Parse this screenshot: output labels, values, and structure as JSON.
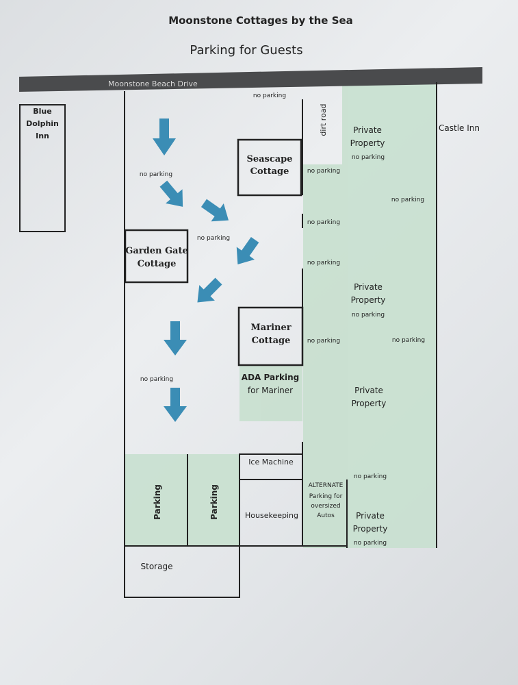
{
  "title": "Moonstone Cottages by the Sea",
  "subtitle": "Parking for Guests",
  "road": "Moonstone Beach Drive",
  "blue_dolphin": [
    "Blue",
    "Dolphin",
    "Inn"
  ],
  "castle_inn": "Castle Inn",
  "dirt_road": "dirt road",
  "seascape": [
    "Seascape",
    "Cottage"
  ],
  "garden_gate": [
    "Garden Gate",
    "Cottage"
  ],
  "mariner": [
    "Mariner",
    "Cottage"
  ],
  "ada": [
    "ADA Parking",
    "for Mariner"
  ],
  "ice_machine": "Ice Machine",
  "housekeeping": "Housekeeping",
  "storage": "Storage",
  "parking": "Parking",
  "alternate": [
    "ALTERNATE",
    "Parking for",
    "oversized",
    "Autos"
  ],
  "private": [
    "Private",
    "Property"
  ],
  "no_parking": "no parking",
  "colors": {
    "arrow": "#3b8db5",
    "green": "#c8e0cf",
    "road": "#4a4b4d"
  }
}
